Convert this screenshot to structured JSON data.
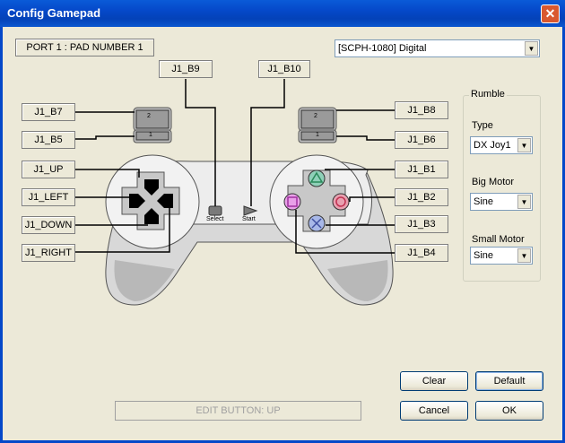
{
  "window": {
    "title": "Config Gamepad",
    "close_glyph": "✕"
  },
  "port_label": "PORT 1 : PAD NUMBER 1",
  "controller_type": {
    "value": "[SCPH-1080] Digital"
  },
  "buttons": {
    "b9": "J1_B9",
    "b10": "J1_B10",
    "b7": "J1_B7",
    "b5": "J1_B5",
    "up": "J1_UP",
    "left": "J1_LEFT",
    "down": "J1_DOWN",
    "right": "J1_RIGHT",
    "b8": "J1_B8",
    "b6": "J1_B6",
    "b1": "J1_B1",
    "b2": "J1_B2",
    "b3": "J1_B3",
    "b4": "J1_B4"
  },
  "pad_labels": {
    "select": "Select",
    "start": "Start",
    "l2": "2",
    "l1": "1",
    "r2": "2",
    "r1": "1"
  },
  "rumble": {
    "title": "Rumble",
    "type_label": "Type",
    "type_value": "DX Joy1",
    "big_label": "Big Motor",
    "big_value": "Sine",
    "small_label": "Small Motor",
    "small_value": "Sine"
  },
  "actions": {
    "clear": "Clear",
    "default": "Default",
    "cancel": "Cancel",
    "ok": "OK"
  },
  "status": "EDIT BUTTON: UP",
  "icons": {
    "dropdown": "chevron-down-icon",
    "close": "close-icon"
  }
}
